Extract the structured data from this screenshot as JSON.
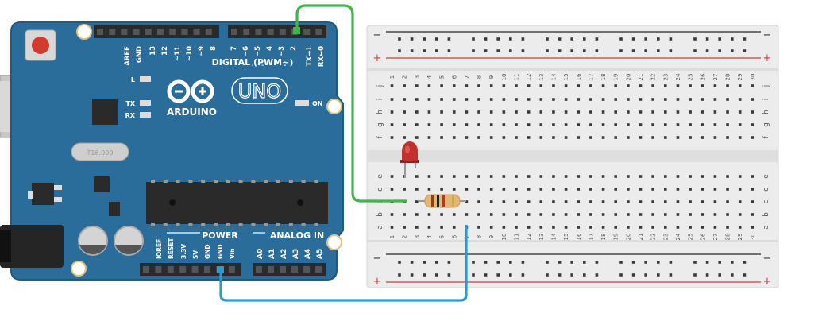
{
  "arduino": {
    "brand": "ARDUINO",
    "model": "UNO",
    "digital_header": "DIGITAL (PWM~)",
    "digital_pins": [
      "AREF",
      "GND",
      "13",
      "12",
      "~11",
      "~10",
      "~9",
      "8",
      "7",
      "~6",
      "~5",
      "4",
      "~3",
      "2",
      "TX→1",
      "RX←0"
    ],
    "led_l": "L",
    "led_tx": "TX",
    "led_rx": "RX",
    "led_on": "ON",
    "crystal_text": "T16.000",
    "power_header": "POWER",
    "analog_header": "ANALOG IN",
    "power_pins": [
      "IOREF",
      "RESET",
      "3.3V",
      "5V",
      "GND",
      "GND",
      "Vin"
    ],
    "analog_pins": [
      "A0",
      "A1",
      "A2",
      "A3",
      "A4",
      "A5"
    ]
  },
  "breadboard": {
    "minus_label": "−",
    "plus_label": "+",
    "row_letters_top": [
      "j",
      "i",
      "h",
      "g",
      "f"
    ],
    "row_letters_bottom": [
      "e",
      "d",
      "c",
      "b",
      "a"
    ],
    "column_count": 30
  },
  "components": {
    "led": "red-led",
    "resistor": "resistor"
  },
  "colors": {
    "board_blue": "#2b6d9a",
    "board_edge": "#1f5a82",
    "header_black": "#2a2a2a",
    "breadboard_body": "#ececec",
    "minus_rail": "#222222",
    "plus_rail": "#d13a3a",
    "wire_green": "#3fb54a",
    "wire_blue": "#2a9ad1",
    "led_red": "#c0302c"
  }
}
